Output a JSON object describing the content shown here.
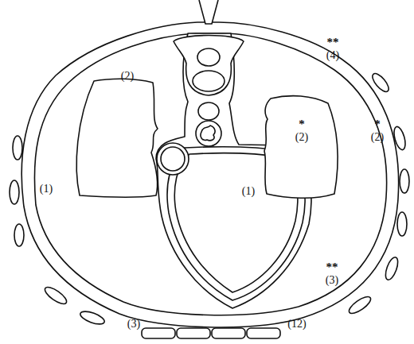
{
  "diagram": {
    "labels": [
      "**",
      "(4)",
      "(2)",
      "*",
      "*",
      "(2)",
      "(2)",
      "(1)",
      "(1)",
      "**",
      "(3)",
      "(12)",
      "(3)"
    ]
  }
}
